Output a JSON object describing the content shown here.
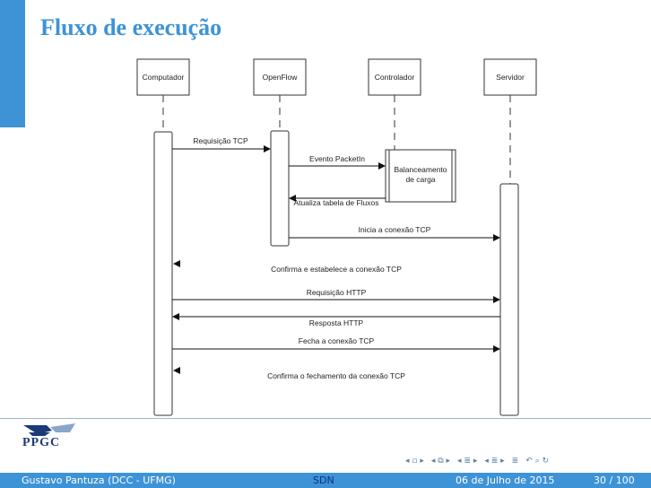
{
  "slide": {
    "title": "Fluxo de execução"
  },
  "diagram": {
    "actors": [
      "Computador",
      "OpenFlow",
      "Controlador",
      "Servidor"
    ],
    "inner_box": [
      "Balanceamento",
      "de carga"
    ],
    "messages": [
      "Requisição TCP",
      "Evento PacketIn",
      "Atualiza tabela de Fluxos",
      "Inicia a conexão TCP",
      "Confirma e estabelece a conexão TCP",
      "Requisição HTTP",
      "Resposta HTTP",
      "Fecha a conexão TCP",
      "Confirma o fechamento da conexão TCP"
    ]
  },
  "logo": {
    "text": "PPGC"
  },
  "navigation": {
    "items": [
      "◂ ▫ ▸",
      "◂ ⧉ ▸",
      "◂ ≣ ▸",
      "◂ ≣ ▸",
      "≣",
      "↶ ⌕ ↻"
    ]
  },
  "footer": {
    "author": "Gustavo Pantuza (DCC - UFMG)",
    "title": "SDN",
    "date": "06 de Julho de 2015",
    "page": "30 / 100"
  }
}
